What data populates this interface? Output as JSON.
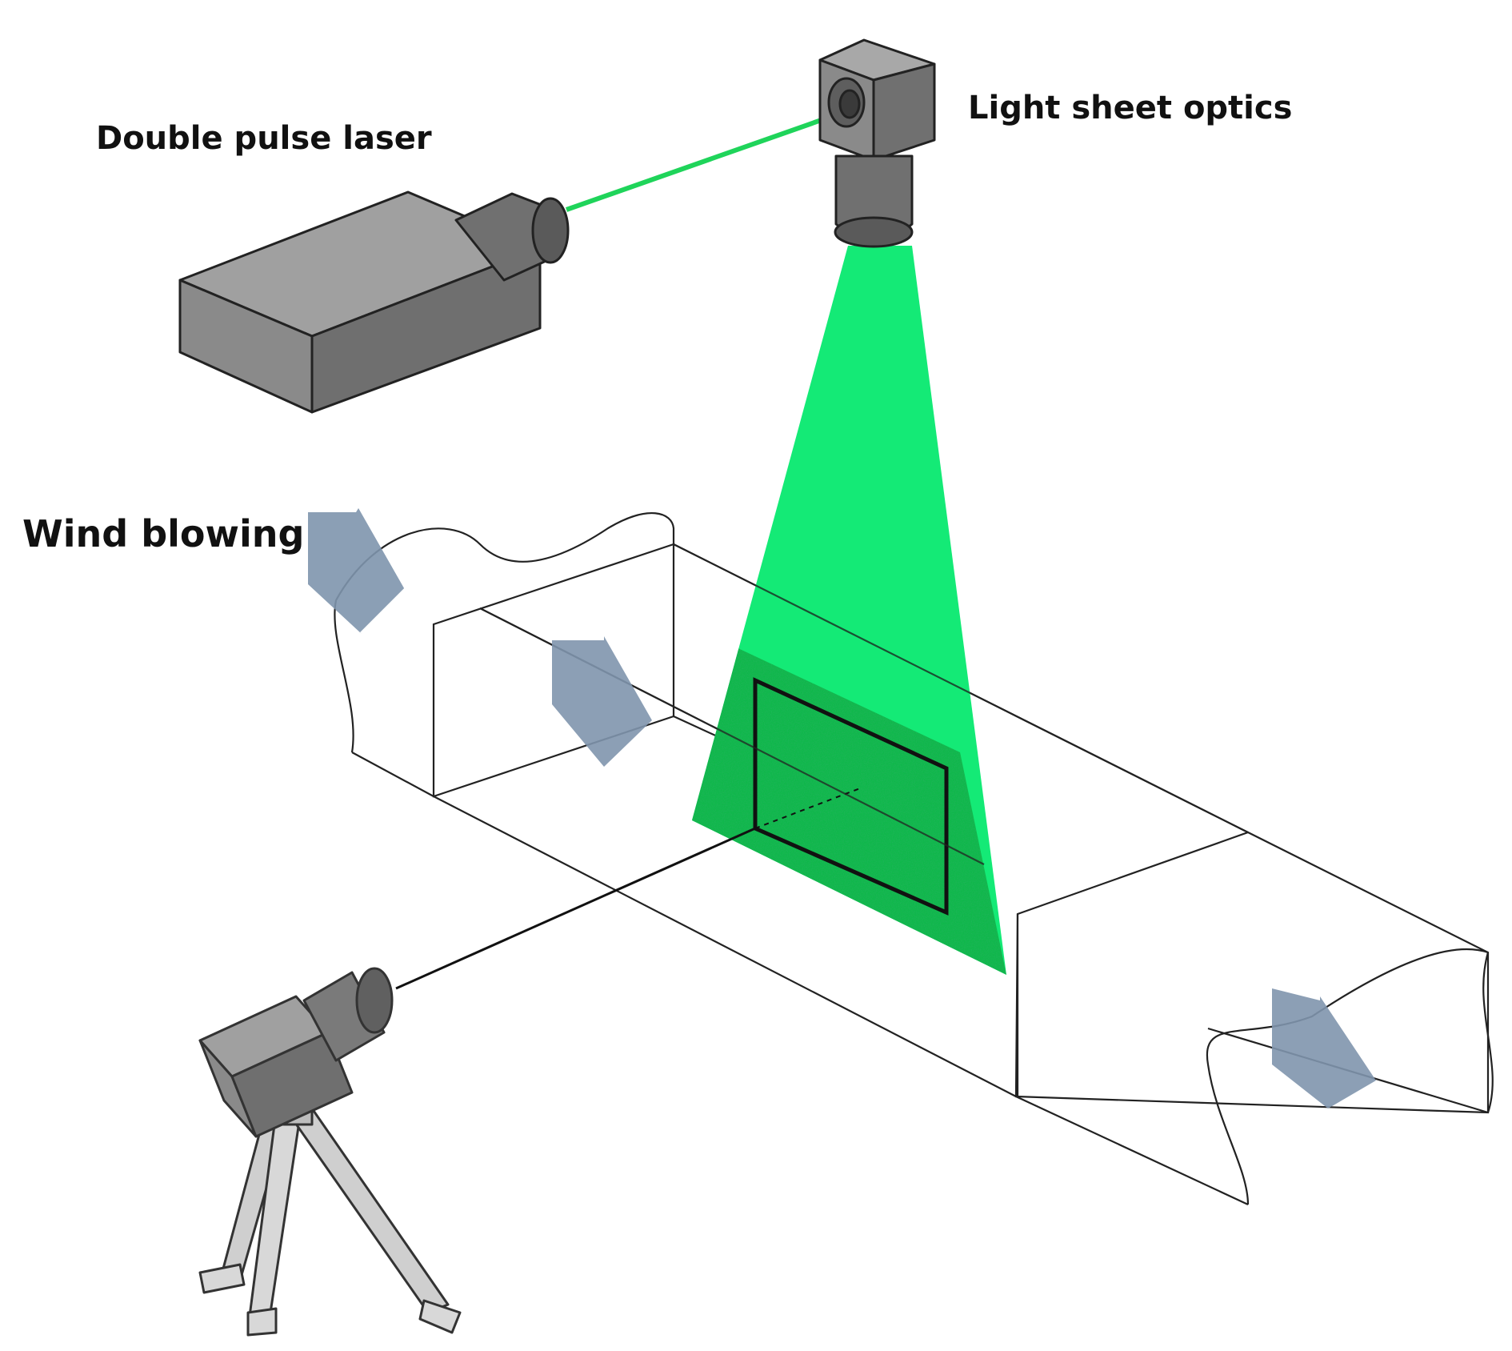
{
  "labels": {
    "laser": "Double pulse laser",
    "optics": "Light sheet optics",
    "wind": "Wind blowing"
  },
  "colors": {
    "laser_beam": "#1fd45a",
    "light_sheet": "#00e86a",
    "illuminated_region": "#0fb84a",
    "device_body": "#7a7a7a",
    "device_top": "#a0a0a0",
    "flow_arrow": "#7f95ad",
    "outline": "#222222"
  },
  "icons": {
    "laser": "double-pulse-laser-icon",
    "optics": "light-sheet-optics-icon",
    "camera": "camera-on-tripod-icon",
    "flow": "flow-arrow-icon"
  }
}
